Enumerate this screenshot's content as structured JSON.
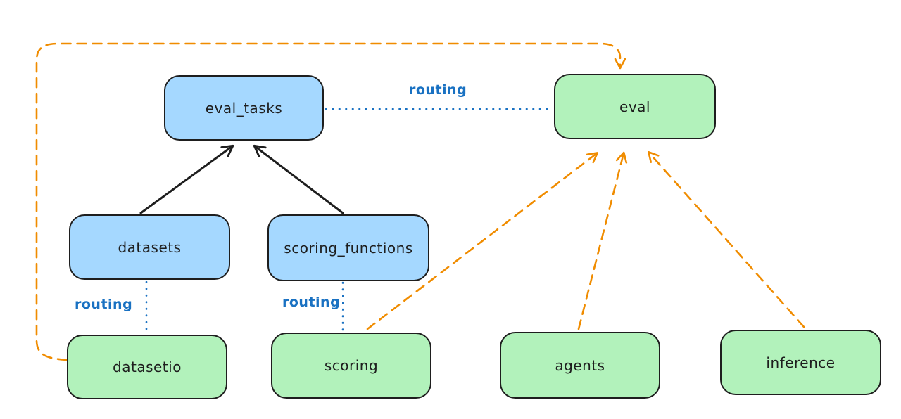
{
  "diagram": {
    "nodes": [
      {
        "id": "eval_tasks",
        "label": "eval_tasks",
        "group": "registry",
        "fill": "#a5d8ff"
      },
      {
        "id": "eval",
        "label": "eval",
        "group": "api",
        "fill": "#b2f2bb"
      },
      {
        "id": "datasets",
        "label": "datasets",
        "group": "registry",
        "fill": "#a5d8ff"
      },
      {
        "id": "scoring_functions",
        "label": "scoring_functions",
        "group": "registry",
        "fill": "#a5d8ff"
      },
      {
        "id": "datasetio",
        "label": "datasetio",
        "group": "api",
        "fill": "#b2f2bb"
      },
      {
        "id": "scoring",
        "label": "scoring",
        "group": "api",
        "fill": "#b2f2bb"
      },
      {
        "id": "agents",
        "label": "agents",
        "group": "api",
        "fill": "#b2f2bb"
      },
      {
        "id": "inference",
        "label": "inference",
        "group": "api",
        "fill": "#b2f2bb"
      }
    ],
    "edges": [
      {
        "from": "datasets",
        "to": "eval_tasks",
        "style": "solid",
        "color": "#1e1e1e",
        "label": ""
      },
      {
        "from": "scoring_functions",
        "to": "eval_tasks",
        "style": "solid",
        "color": "#1e1e1e",
        "label": ""
      },
      {
        "from": "eval_tasks",
        "to": "eval",
        "style": "dotted",
        "color": "#1971c2",
        "label": "routing"
      },
      {
        "from": "datasets",
        "to": "datasetio",
        "style": "dotted",
        "color": "#1971c2",
        "label": "routing"
      },
      {
        "from": "scoring_functions",
        "to": "scoring",
        "style": "dotted",
        "color": "#1971c2",
        "label": "routing"
      },
      {
        "from": "datasetio",
        "to": "eval",
        "style": "dashed",
        "color": "#f08c00",
        "label": ""
      },
      {
        "from": "scoring",
        "to": "eval",
        "style": "dashed",
        "color": "#f08c00",
        "label": ""
      },
      {
        "from": "agents",
        "to": "eval",
        "style": "dashed",
        "color": "#f08c00",
        "label": ""
      },
      {
        "from": "inference",
        "to": "eval",
        "style": "dashed",
        "color": "#f08c00",
        "label": ""
      }
    ],
    "colors": {
      "background": "#ffffff",
      "node_stroke": "#1e1e1e",
      "blue_fill": "#a5d8ff",
      "green_fill": "#b2f2bb",
      "routing_blue": "#1971c2",
      "dependency_orange": "#f08c00",
      "solid_black": "#1e1e1e"
    }
  }
}
